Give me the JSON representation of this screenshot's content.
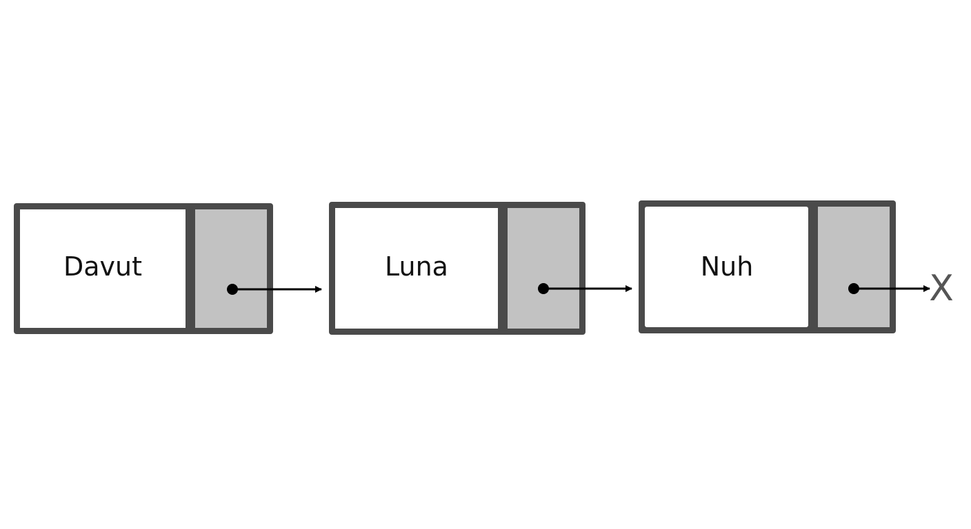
{
  "nodes": [
    {
      "value": "Davut"
    },
    {
      "value": "Luna"
    },
    {
      "value": "Nuh"
    }
  ],
  "terminator": "X",
  "colors": {
    "background": "#ffffff",
    "outline": "#4a4a4a",
    "data_cell": "#ffffff",
    "pointer_cell": "#c2c2c2",
    "arrow": "#000000",
    "text": "#111111",
    "terminator": "#555555"
  }
}
